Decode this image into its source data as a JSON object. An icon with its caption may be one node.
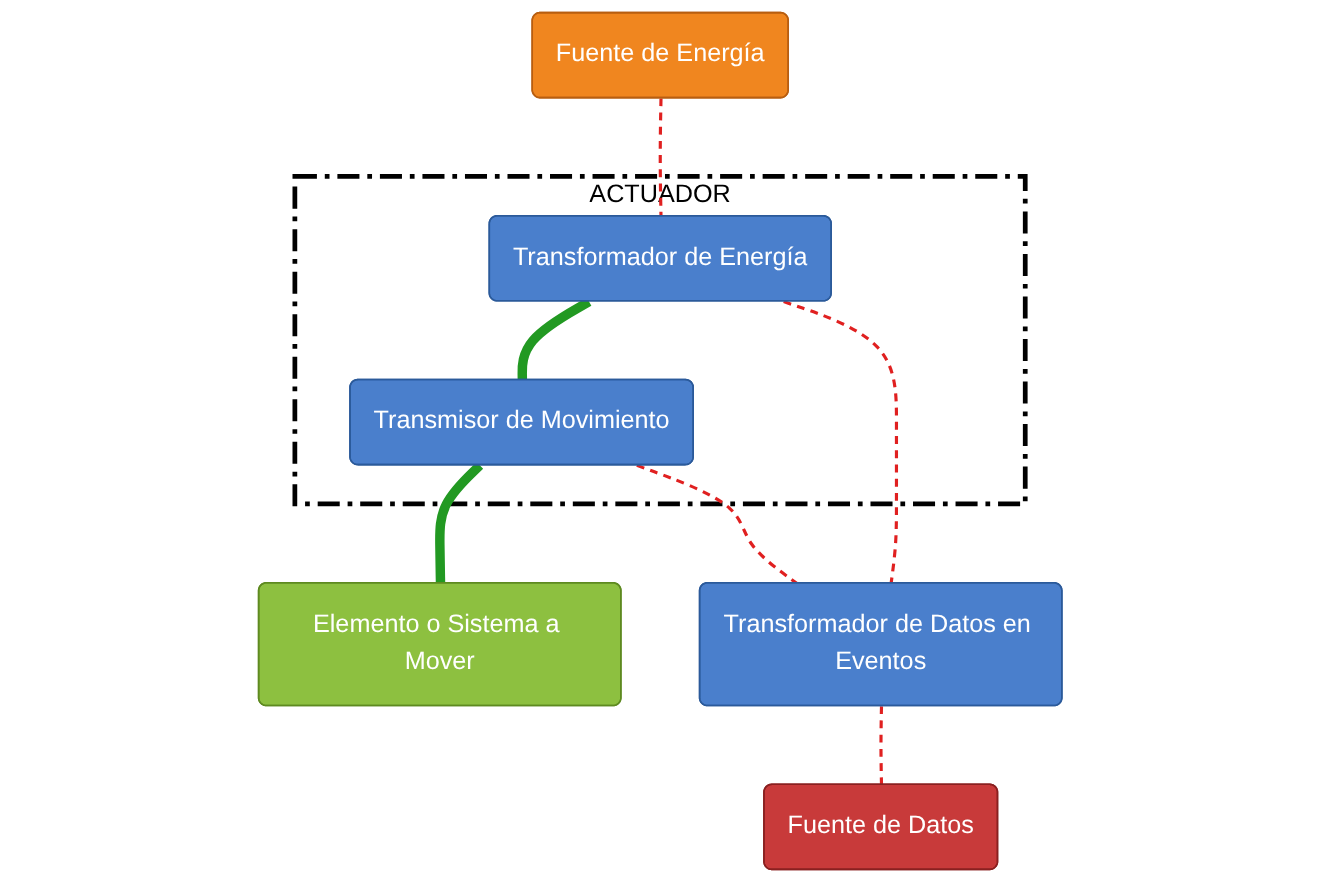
{
  "diagram": {
    "nodes": [
      {
        "text": [
          "Fuente de Energía"
        ]
      },
      {
        "text": [
          "ACTUADOR"
        ]
      },
      {
        "text": [
          "Transformador de Energía"
        ],
        "in": 1
      },
      {
        "text": [
          "Transmisor de Movimiento"
        ],
        "in": 1
      },
      {
        "text": [
          "Elemento o Sistema a Mover"
        ]
      },
      {
        "text": [
          "Transformador de Datos en Eventos"
        ]
      },
      {
        "text": [
          "Fuente de Datos"
        ]
      }
    ],
    "edges": [
      {
        "from": 0,
        "to": 2,
        "arrow": "none",
        "style": "dashed"
      },
      {
        "from": 2,
        "to": 3,
        "arrow": "none",
        "style": "thick",
        "color": "#229922"
      },
      {
        "from": 3,
        "to": 4,
        "arrow": "none",
        "style": "thick",
        "color": "#229922"
      },
      {
        "from": 2,
        "to": 5,
        "arrow": "none",
        "style": "dashed"
      },
      {
        "from": 3,
        "to": 5,
        "arrow": "none",
        "style": "dashed"
      },
      {
        "from": 5,
        "to": 6,
        "arrow": "none",
        "style": "dashed"
      }
    ]
  }
}
